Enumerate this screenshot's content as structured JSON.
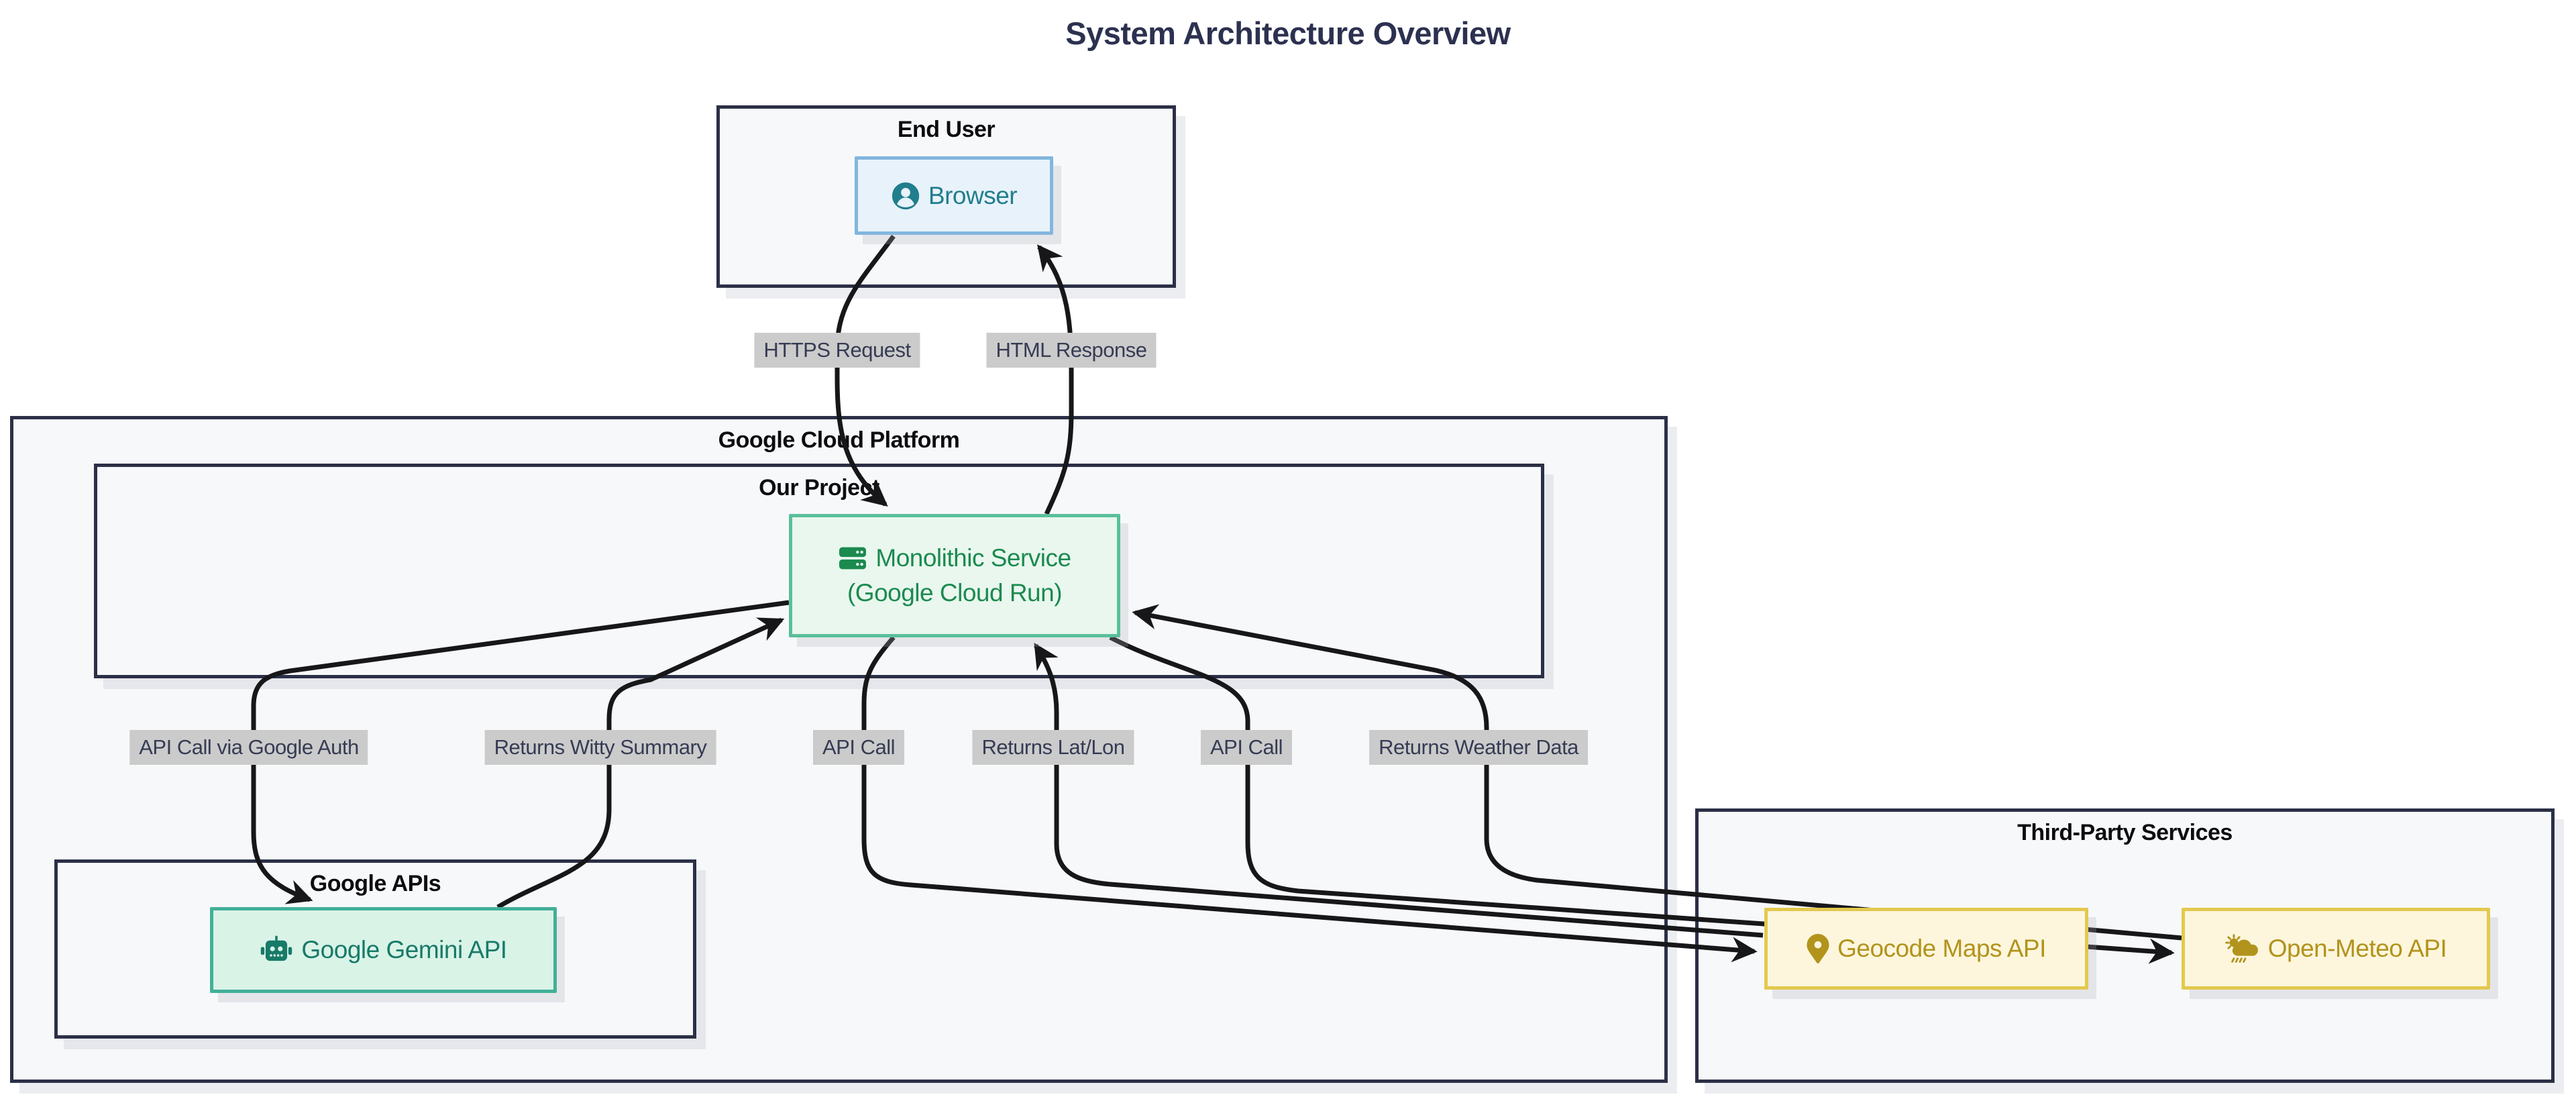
{
  "title": "System Architecture Overview",
  "clusters": {
    "end_user": {
      "label": "End User"
    },
    "gcp": {
      "label": "Google Cloud Platform"
    },
    "our_project": {
      "label": "Our Project"
    },
    "google_apis": {
      "label": "Google APIs"
    },
    "third_party": {
      "label": "Third-Party Services"
    }
  },
  "nodes": {
    "browser": {
      "label": "Browser",
      "icon": "user-circle-icon"
    },
    "mono": {
      "label_line1": "Monolithic Service",
      "label_line2": "(Google Cloud Run)",
      "icon": "server-icon"
    },
    "gemini": {
      "label": "Google Gemini API",
      "icon": "robot-icon"
    },
    "geocode": {
      "label": "Geocode Maps API",
      "icon": "map-marker-icon"
    },
    "open_meteo": {
      "label": "Open-Meteo API",
      "icon": "cloud-sun-rain-icon"
    }
  },
  "edges": {
    "https_request": {
      "label": "HTTPS Request",
      "from": "browser",
      "to": "mono"
    },
    "html_response": {
      "label": "HTML Response",
      "from": "mono",
      "to": "browser"
    },
    "api_call_auth": {
      "label": "API Call via Google Auth",
      "from": "mono",
      "to": "gemini"
    },
    "returns_witty": {
      "label": "Returns Witty Summary",
      "from": "gemini",
      "to": "mono"
    },
    "api_call_geo": {
      "label": "API Call",
      "from": "mono",
      "to": "geocode"
    },
    "returns_latlon": {
      "label": "Returns Lat/Lon",
      "from": "geocode",
      "to": "mono"
    },
    "api_call_meteo": {
      "label": "API Call",
      "from": "mono",
      "to": "open_meteo"
    },
    "returns_weather": {
      "label": "Returns Weather Data",
      "from": "open_meteo",
      "to": "mono"
    }
  },
  "colors": {
    "page_bg": "#ffffff",
    "title_text": "#2c3150",
    "cluster_fill": "#f7f8fa",
    "cluster_border": "#2b3046",
    "cluster_label_text": "#0d0d0f",
    "edge_stroke": "#17171a",
    "edge_label_bg": "#cbcbcb",
    "edge_label_text": "#363b54",
    "browser_fill": "#e8f2fb",
    "browser_border": "#82b6dd",
    "browser_text": "#217e8c",
    "mono_fill": "#e9f7ee",
    "mono_border": "#5abf9a",
    "mono_text": "#1b8a4f",
    "gemini_fill": "#d9f3e7",
    "gemini_border": "#42b097",
    "gemini_text": "#187a68",
    "thirdparty_fill": "#fdf6dd",
    "thirdparty_border": "#e4c84f",
    "thirdparty_text": "#b2931c"
  }
}
